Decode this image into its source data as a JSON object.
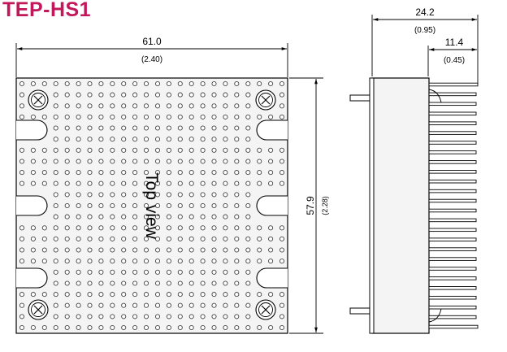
{
  "title": "TEP-HS1",
  "top_view_label": "Top view",
  "dimensions": {
    "width_mm": "61.0",
    "width_in": "(2.40)",
    "height_mm": "57.9",
    "height_in": "(2.28)",
    "depth_mm": "24.2",
    "depth_in": "(0.95)",
    "fin_mm": "11.4",
    "fin_in": "(0.45)"
  },
  "colors": {
    "title": "#c2185b",
    "line": "#000000",
    "plate_fill": "#f2f2f2",
    "hole_stroke": "#444444"
  }
}
